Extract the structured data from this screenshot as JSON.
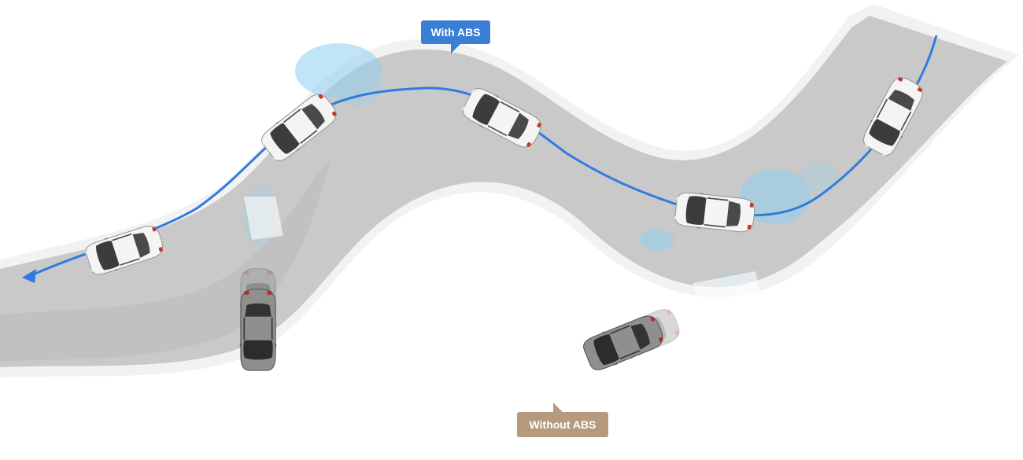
{
  "labels": {
    "with_abs": "With ABS",
    "without_abs": "Without ABS"
  },
  "colors": {
    "with_abs_callout": "#3a7fd5",
    "without_abs_callout": "#b59a7f",
    "trajectory": "#2f7be0",
    "road": "#c9c9c9",
    "road_edge": "#f2f2f2",
    "car_white": "#f3f3f3",
    "car_gray": "#8d8d8d",
    "water": "#8ed0ee"
  },
  "cars": [
    {
      "name": "abs-car-1",
      "style": "white"
    },
    {
      "name": "abs-car-2",
      "style": "white"
    },
    {
      "name": "abs-car-3",
      "style": "white"
    },
    {
      "name": "abs-car-4",
      "style": "white"
    },
    {
      "name": "abs-car-5",
      "style": "white"
    },
    {
      "name": "no-abs-car-1",
      "style": "gray"
    },
    {
      "name": "no-abs-car-2",
      "style": "gray"
    }
  ],
  "icons": [
    "direction-arrow-icon"
  ]
}
